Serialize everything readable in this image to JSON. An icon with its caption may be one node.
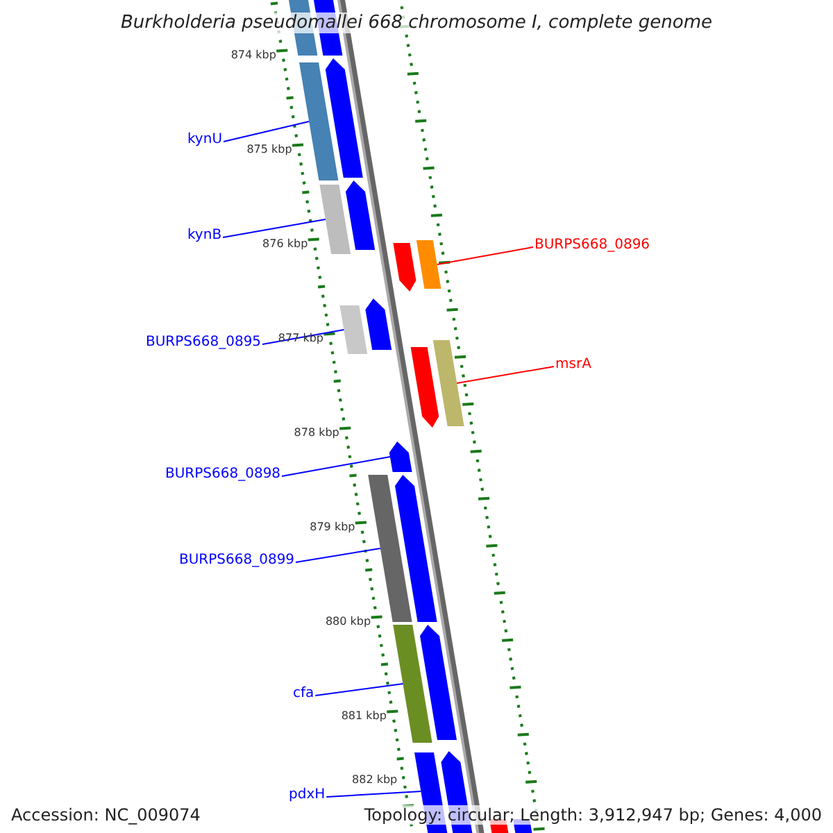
{
  "diagram": {
    "title": "Burkholderia pseudomallei 668 chromosome I, complete genome",
    "nodes": [
      {
        "text": [
          "kynU"
        ]
      },
      {
        "text": [],
        "shape": "bar"
      },
      {
        "text": [
          "kynB"
        ]
      },
      {
        "text": [],
        "shape": "bar"
      },
      {
        "text": [
          "BURPS668_0896"
        ]
      },
      {
        "text": [],
        "shape": "bar"
      },
      {
        "text": [
          "BURPS668_0895"
        ]
      },
      {
        "text": [],
        "shape": "bar"
      },
      {
        "text": [
          "msrA"
        ]
      },
      {
        "text": [],
        "shape": "bar"
      },
      {
        "text": [
          "BURPS668_0898"
        ]
      },
      {
        "text": [],
        "shape": "bar"
      },
      {
        "text": [
          "BURPS668_0899"
        ]
      },
      {
        "text": [],
        "shape": "bar"
      },
      {
        "text": [
          "cfa"
        ]
      },
      {
        "text": [],
        "shape": "bar"
      },
      {
        "text": [
          "pdxH"
        ]
      },
      {
        "text": [],
        "shape": "bar"
      },
      {
        "text": [],
        "shape": "bar"
      },
      {
        "text": [],
        "shape": "bar"
      },
      {
        "text": [],
        "shape": "bar"
      },
      {
        "text": [],
        "shape": "bar"
      },
      {
        "text": [],
        "shape": "bar"
      },
      {
        "text": [],
        "shape": "bar"
      },
      {
        "text": [],
        "shape": "bar"
      },
      {
        "text": [],
        "shape": "bar"
      },
      {
        "text": [],
        "shape": "bar"
      },
      {
        "text": [],
        "shape": "bar"
      },
      {
        "text": [],
        "shape": "bar"
      },
      {
        "text": [],
        "shape": "bar"
      }
    ],
    "edges": [
      {
        "from": 0,
        "to": 1,
        "arrow": "none"
      },
      {
        "from": 2,
        "to": 3,
        "arrow": "none"
      },
      {
        "from": 4,
        "to": 5,
        "arrow": "none",
        "color": "#ff0000"
      },
      {
        "from": 6,
        "to": 7,
        "arrow": "none"
      },
      {
        "from": 8,
        "to": 9,
        "arrow": "none",
        "color": "#ff0000"
      },
      {
        "from": 10,
        "to": 11,
        "arrow": "none"
      },
      {
        "from": 12,
        "to": 13,
        "arrow": "none"
      },
      {
        "from": 14,
        "to": 15,
        "arrow": "none"
      },
      {
        "from": 16,
        "to": 17,
        "arrow": "none"
      }
    ],
    "labels": [
      "874 kbp",
      "875 kbp",
      "876 kbp",
      "877 kbp",
      "878 kbp",
      "879 kbp",
      "880 kbp",
      "881 kbp",
      "882 kbp",
      "Accession: NC_009074",
      "Topology: circular; Length: 3,912,947 bp; Genes: 4,000"
    ]
  }
}
